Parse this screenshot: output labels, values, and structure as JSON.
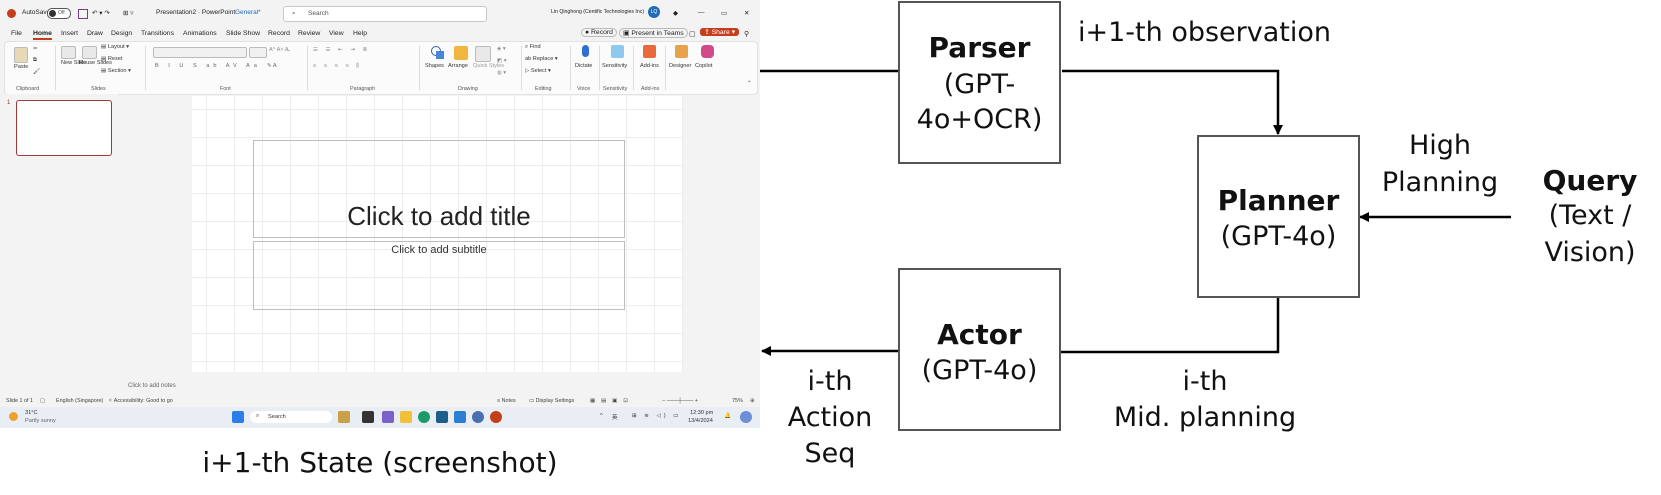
{
  "screenshot": {
    "titlebar": {
      "autosave_label": "AutoSave",
      "autosave_state": "Off",
      "doc_title": "Presentation2 · PowerPoint",
      "sensitivity": "General*",
      "search_placeholder": "Search",
      "user": "Lin Qinghong (Centific Technologies Inc)",
      "avatar_initials": "LQ"
    },
    "menu": [
      "File",
      "Home",
      "Insert",
      "Draw",
      "Design",
      "Transitions",
      "Animations",
      "Slide Show",
      "Record",
      "Review",
      "View",
      "Help"
    ],
    "menu_right": {
      "record": "Record",
      "present": "Present in Teams",
      "share": "Share"
    },
    "ribbon": {
      "paste": "Paste",
      "new_slide": "New Slide",
      "reuse_slides": "Reuse Slides",
      "layout": "Layout",
      "reset": "Reset",
      "section": "Section",
      "shapes": "Shapes",
      "arrange": "Arrange",
      "quick_styles": "Quick Styles",
      "find": "Find",
      "replace": "Replace",
      "select": "Select",
      "dictate": "Dictate",
      "sensitivity": "Sensitivity",
      "addins": "Add-ins",
      "designer": "Designer",
      "copilot": "Copilot",
      "groups": [
        "Clipboard",
        "Slides",
        "Font",
        "Paragraph",
        "Drawing",
        "Editing",
        "Voice",
        "Sensitivity",
        "Add-ins"
      ]
    },
    "slide_number": "1",
    "slide": {
      "title_placeholder": "Click to add title",
      "subtitle_placeholder": "Click to add subtitle"
    },
    "notes_placeholder": "Click to add notes",
    "status": {
      "slide_count": "Slide 1 of 1",
      "language": "English (Singapore)",
      "accessibility": "Accessibility: Good to go",
      "notes": "Notes",
      "display_settings": "Display Settings",
      "zoom": "75%"
    },
    "taskbar": {
      "weather_temp": "31°C",
      "weather_desc": "Partly sunny",
      "search": "Search",
      "time": "12:30 pm",
      "date": "13/4/2024",
      "lang": "英"
    }
  },
  "caption": "i+1-th State (screenshot)",
  "diagram": {
    "parser": {
      "name": "Parser",
      "model_line1": "(GPT-",
      "model_line2": "4o+OCR)"
    },
    "planner": {
      "name": "Planner",
      "model": "(GPT-4o)"
    },
    "actor": {
      "name": "Actor",
      "model": "(GPT-4o)"
    },
    "query": {
      "name": "Query",
      "line1": "(Text /",
      "line2": "Vision)"
    },
    "labels": {
      "observation": "i+1-th observation",
      "high_planning_1": "High",
      "high_planning_2": "Planning",
      "mid_planning_1": "i-th",
      "mid_planning_2": "Mid. planning",
      "action_seq_1": "i-th",
      "action_seq_2": "Action",
      "action_seq_3": "Seq"
    },
    "colors": {
      "box_border": "#555555",
      "line": "#000000"
    }
  }
}
